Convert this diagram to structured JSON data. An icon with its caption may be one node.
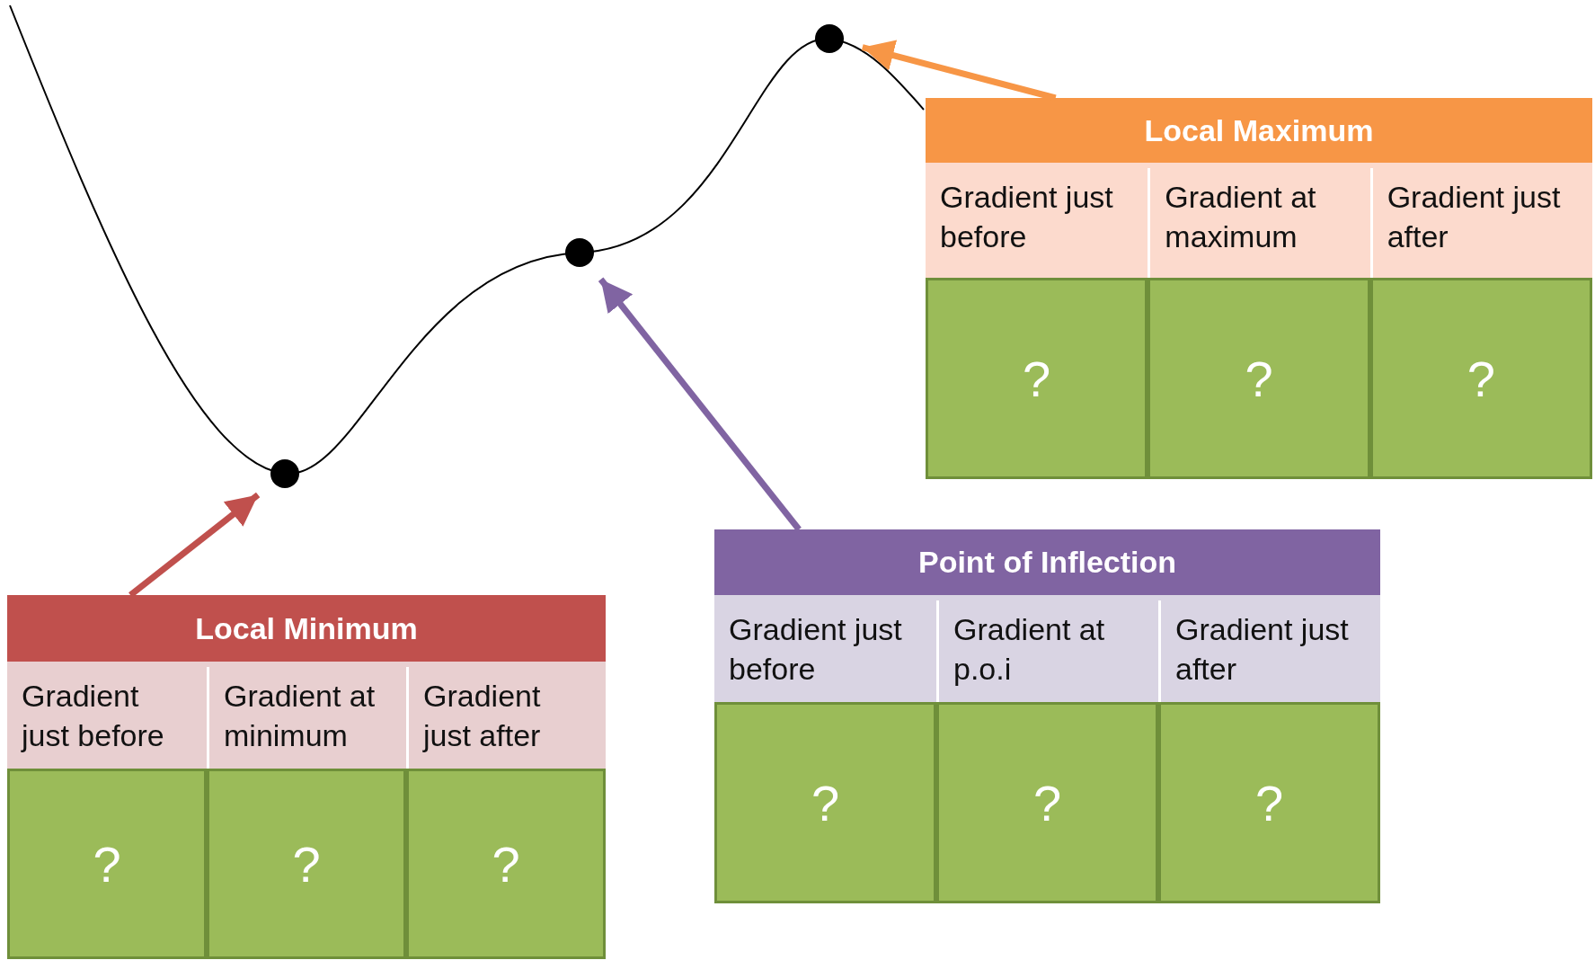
{
  "diagram": {
    "nodes": [
      {
        "text": [],
        "shape": "circle"
      },
      {
        "text": [],
        "shape": "circle"
      },
      {
        "text": [],
        "shape": "circle"
      },
      {
        "text": [
          "Local Maximum"
        ]
      },
      {
        "text": [
          "Gradient just before"
        ],
        "in": 3
      },
      {
        "text": [
          "Gradient at maximum"
        ],
        "in": 3
      },
      {
        "text": [
          "Gradient just after"
        ],
        "in": 3
      },
      {
        "text": [
          "?"
        ],
        "in": 3
      },
      {
        "text": [
          "?"
        ],
        "in": 3
      },
      {
        "text": [
          "?"
        ],
        "in": 3
      },
      {
        "text": [
          "Point of Inflection"
        ]
      },
      {
        "text": [
          "Gradient just before"
        ],
        "in": 10
      },
      {
        "text": [
          "Gradient at p.o.i"
        ],
        "in": 10
      },
      {
        "text": [
          "Gradient just after"
        ],
        "in": 10
      },
      {
        "text": [
          "?"
        ],
        "in": 10
      },
      {
        "text": [
          "?"
        ],
        "in": 10
      },
      {
        "text": [
          "?"
        ],
        "in": 10
      },
      {
        "text": [
          "Local Minimum"
        ]
      },
      {
        "text": [
          "Gradient just before"
        ],
        "in": 17
      },
      {
        "text": [
          "Gradient at minimum"
        ],
        "in": 17
      },
      {
        "text": [
          "Gradient just after"
        ],
        "in": 17
      },
      {
        "text": [
          "?"
        ],
        "in": 17
      },
      {
        "text": [
          "?"
        ],
        "in": 17
      },
      {
        "text": [
          "?"
        ],
        "in": 17
      }
    ],
    "edges": [
      {
        "from": 3,
        "to": 0,
        "arrow": "to",
        "color": "#f79646"
      },
      {
        "from": 10,
        "to": 1,
        "arrow": "to",
        "color": "#8064a2"
      },
      {
        "from": 17,
        "to": 2,
        "arrow": "to",
        "color": "#c0504d"
      }
    ]
  }
}
